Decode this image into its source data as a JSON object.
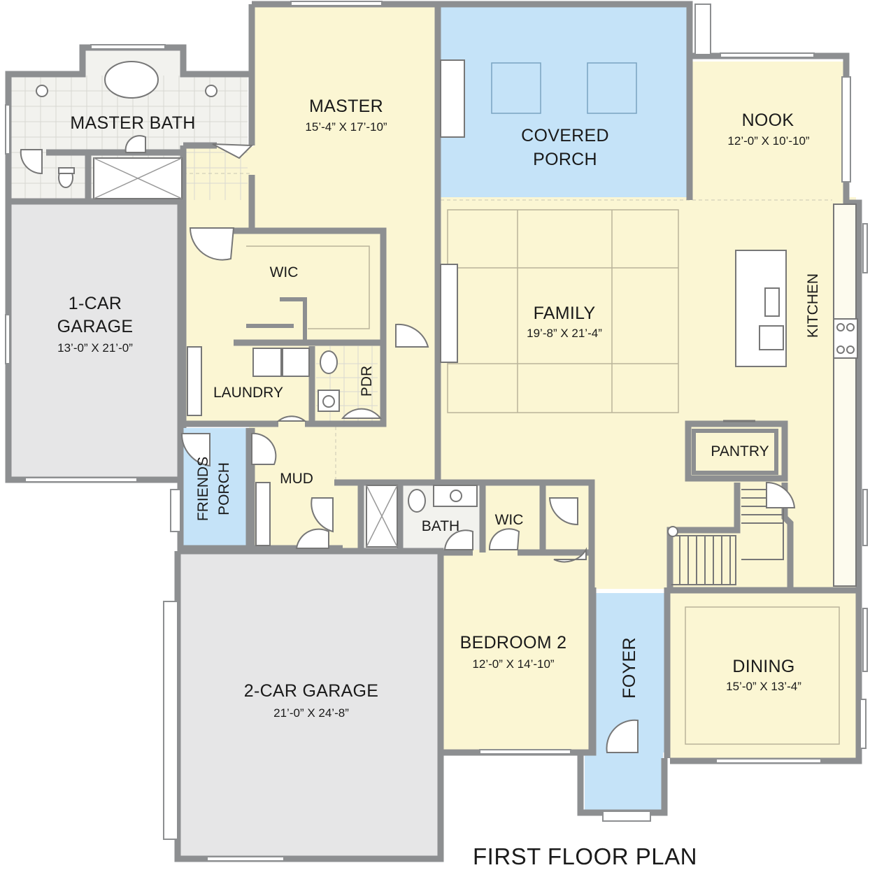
{
  "title": "FIRST FLOOR PLAN",
  "colors": {
    "living": "#fbf6d3",
    "garage": "#e6e6e7",
    "porch": "#c5e3f8",
    "wall": "#8d8f91",
    "bath_tile": "#f2f2ee"
  },
  "rooms": {
    "master_bath": {
      "name": "MASTER BATH"
    },
    "master": {
      "name": "MASTER",
      "dims": "15’-4” X 17’-10”"
    },
    "covered_porch": {
      "line1": "COVERED",
      "line2": "PORCH"
    },
    "nook": {
      "name": "NOOK",
      "dims": "12’-0” X 10’-10”"
    },
    "garage_1": {
      "line1": "1-CAR",
      "line2": "GARAGE",
      "dims": "13’-0” X 21’-0”"
    },
    "wic_master": {
      "name": "WIC"
    },
    "family": {
      "name": "FAMILY",
      "dims": "19’-8” X 21’-4”"
    },
    "kitchen": {
      "name": "KITCHEN"
    },
    "laundry": {
      "name": "LAUNDRY"
    },
    "pdr": {
      "name": "PDR"
    },
    "pantry": {
      "name": "PANTRY"
    },
    "friends_porch": {
      "line1": "FRIENDS",
      "line2": "PORCH"
    },
    "mud": {
      "name": "MUD"
    },
    "bath": {
      "name": "BATH"
    },
    "wic_bed2": {
      "name": "WIC"
    },
    "bedroom_2": {
      "name": "BEDROOM 2",
      "dims": "12’-0” X 14’-10”"
    },
    "garage_2": {
      "name": "2-CAR GARAGE",
      "dims": "21’-0” X 24’-8”"
    },
    "foyer": {
      "name": "FOYER"
    },
    "dining": {
      "name": "DINING",
      "dims": "15’-0” X 13’-4”"
    }
  }
}
